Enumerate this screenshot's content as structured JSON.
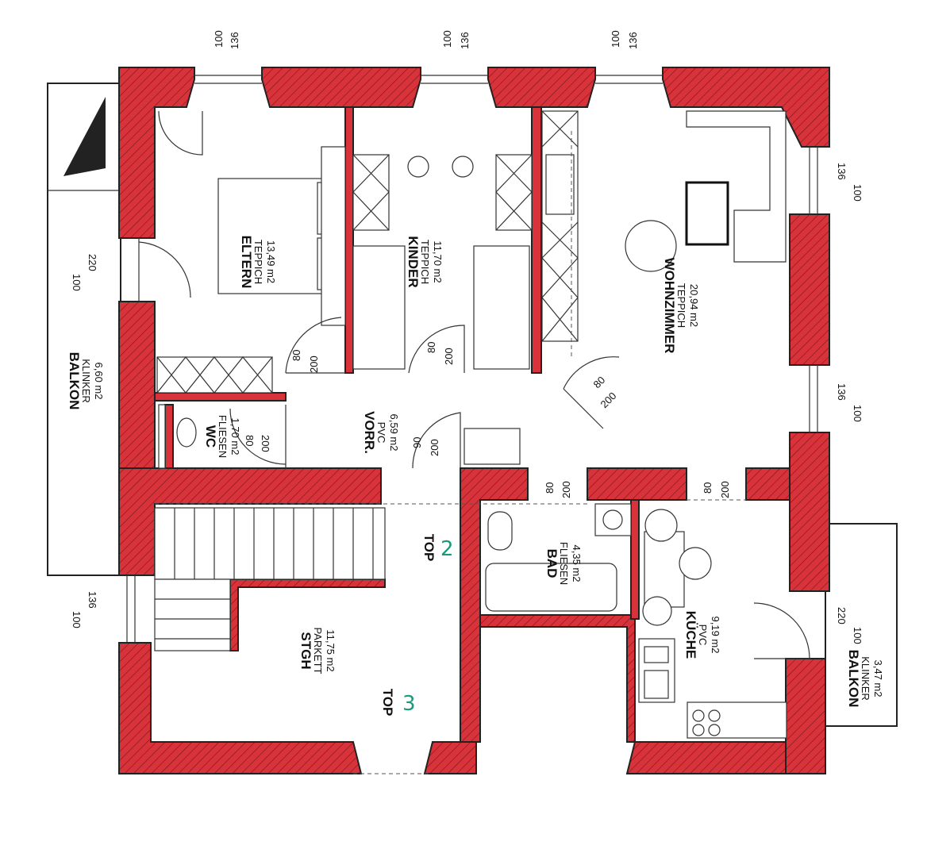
{
  "rooms": {
    "eltern": {
      "name": "ELTERN",
      "floor": "TEPPICH",
      "area": "13,49 m2"
    },
    "kinder": {
      "name": "KINDER",
      "floor": "TEPPICH",
      "area": "11,70 m2"
    },
    "wohnzimmer": {
      "name": "WOHNZIMMER",
      "floor": "TEPPICH",
      "area": "20,94 m2"
    },
    "balkon_left": {
      "name": "BALKON",
      "floor": "KLINKER",
      "area": "6,60 m2"
    },
    "wc": {
      "name": "WC",
      "floor": "FLIESEN",
      "area": "1,70 m2"
    },
    "vorraum": {
      "name": "VORR.",
      "floor": "PVC",
      "area": "6,59 m2"
    },
    "bad": {
      "name": "BAD",
      "floor": "FLIESEN",
      "area": "4,35 m2"
    },
    "kueche": {
      "name": "KÜCHE",
      "floor": "PVC",
      "area": "9,19 m2"
    },
    "balkon_right": {
      "name": "BALKON",
      "floor": "KLINKER",
      "area": "3,47 m2"
    },
    "stgh": {
      "name": "STGH",
      "floor": "PARKETT",
      "area": "11,75 m2"
    }
  },
  "tops": {
    "top2": {
      "label": "TOP",
      "number": "2"
    },
    "top3": {
      "label": "TOP",
      "number": "3"
    }
  },
  "dims": {
    "w100": "100",
    "w136": "136",
    "d80": "80",
    "d90": "90",
    "h200": "200",
    "h220": "220"
  },
  "colors": {
    "wall": "#d8333a",
    "handwriting": "#1a9a7a"
  }
}
